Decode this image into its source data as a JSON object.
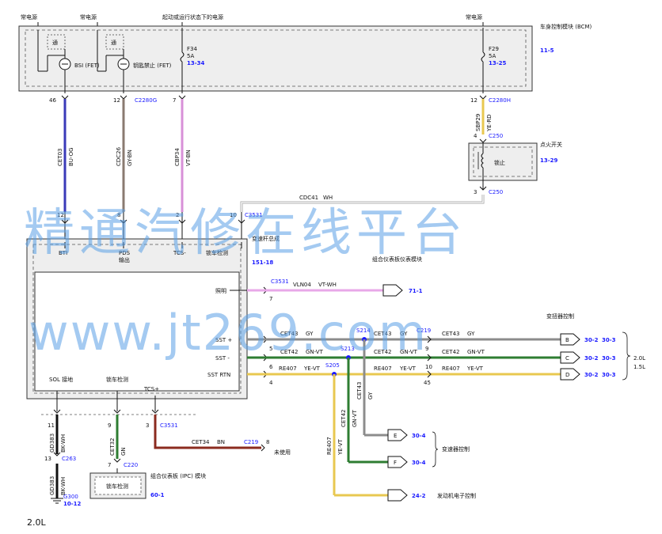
{
  "labels": {
    "top_power_1": "常电源",
    "top_power_2": "常电源",
    "top_power_3": "起动或运行状态下的电源",
    "top_power_4": "常电源",
    "bcm_title": "车身控制模块 (BCM)",
    "bcm_ref": "11-5",
    "bsi": "BSI (FET)",
    "key_inhibit": "钥匙禁止 (FET)",
    "fuse_f34": "F34",
    "fuse_f34_amp": "5A",
    "fuse_f34_ref": "13-34",
    "fuse_f29": "F29",
    "fuse_f29_amp": "5A",
    "fuse_f29_ref": "13-25",
    "block_glyph": "通",
    "pin_46": "46",
    "pin_12a": "12",
    "pin_7a": "7",
    "pin_12b": "12",
    "conn_c2280g": "C2280G",
    "conn_c2280h": "C2280H",
    "wire_cet03": "CET03",
    "wire_cet03_col": "BU-OG",
    "wire_cdc26": "CDC26",
    "wire_cdc26_col": "GY-BN",
    "wire_cbp34": "CBP34",
    "wire_cbp34_col": "VT-BN",
    "wire_sbp29": "SBP29",
    "wire_sbp29_col": "YE-RD",
    "pin_4": "4",
    "conn_c250_a": "C250",
    "ign_switch": "点火开关",
    "ign_ref": "13-29",
    "ign_lock": "锁止",
    "pin_3": "3",
    "conn_c250_b": "C250",
    "wire_cdc41": "CDC41",
    "wire_cdc41_col": "WH",
    "pin_12c": "12",
    "pin_8": "8",
    "pin_2": "2",
    "pin_10": "10",
    "conn_c3531_top": "C3531",
    "shifter_title": "变速杆总成",
    "shifter_ref": "151-18",
    "ipc_sub": "组合仪表板仪表模块",
    "lbl_bti": "BTI",
    "lbl_pds": "PDS",
    "lbl_pds2": "输出",
    "lbl_tcs_minus": "TCS-",
    "lbl_brake_detect": "锁车检测",
    "lbl_illum": "照明",
    "conn_c3531_mid": "C3531",
    "wire_vln04": "VLN04",
    "wire_vln04_col": "VT-WH",
    "ref_71_1": "71-1",
    "pin_7b": "7",
    "lbl_sst_plus": "SST +",
    "lbl_sst_minus": "SST -",
    "lbl_sst_rtn": "SST RTN",
    "pin_5": "5",
    "pin_6": "6",
    "pin_4b": "4",
    "wire_cet43": "CET43",
    "wire_cet43_col": "GY",
    "wire_cet42": "CET42",
    "wire_cet42_col": "GN-VT",
    "wire_re407": "RE407",
    "wire_re407_col": "YE-VT",
    "splice_s214": "S214",
    "splice_s213": "S213",
    "splice_s205": "S205",
    "conn_c219": "C219",
    "pin_9": "9",
    "pin_10b": "10",
    "pin_45": "45",
    "shift_ctrl": "变扭器控制",
    "conn_b": "B",
    "conn_c": "C",
    "conn_d": "D",
    "ref_30_2": "30-2",
    "ref_30_3": "30-3",
    "engine_20": "2.0L",
    "engine_15": "1.5L",
    "lbl_sol": "SOL 接地",
    "lbl_brake_detect2": "锁车检测",
    "lbl_tcs_plus": "TCS+",
    "pin_11": "11",
    "pin_9b": "9",
    "pin_3b": "3",
    "conn_c3531_bot": "C3531",
    "wire_gd383": "GD383",
    "wire_gd383_col": "BK-WH",
    "pin_13": "13",
    "conn_c263": "C263",
    "wire_cet32": "CET32",
    "wire_cet32_col": "GN",
    "pin_7c": "7",
    "conn_c220": "C220",
    "wire_cet34": "CET34",
    "wire_cet34_col": "BN",
    "conn_c219_b": "C219",
    "pin_8b": "8",
    "unused": "未使用",
    "ground_g300": "G300",
    "ground_ref": "10-12",
    "ipc_module": "组合仪表板 (IPC) 模块",
    "ipc_brake": "锁车检测",
    "ipc_ref": "60-1",
    "conn_e": "E",
    "conn_f": "F",
    "ref_30_4a": "30-4",
    "ref_30_4b": "30-4",
    "trans_ctrl": "变速器控制",
    "ref_24_2": "24-2",
    "pcm_ctrl": "发动机电子控制",
    "wire_cet43_v": "CET43",
    "wire_cet43_v_col": "GY",
    "wire_cet42_v": "CET42",
    "wire_cet42_v_col": "GN-VT",
    "wire_re407_v": "RE407",
    "wire_re407_v_col": "YE-VT",
    "footer": "2.0L"
  },
  "watermark": {
    "line1": "精通汽修在线平台",
    "line2": "www.jt269.com"
  },
  "colors": {
    "blue_wire": "#3a3ab8",
    "gray_brown_wire": "#8a7a70",
    "violet_wire": "#d890d8",
    "yellow_wire": "#e8c850",
    "gray_wire": "#8c8c8c",
    "green_wire": "#2e7d32",
    "brown_wire": "#8b2b1f",
    "black_wire": "#111111",
    "violet_wh_wire": "#e8a8e8"
  }
}
